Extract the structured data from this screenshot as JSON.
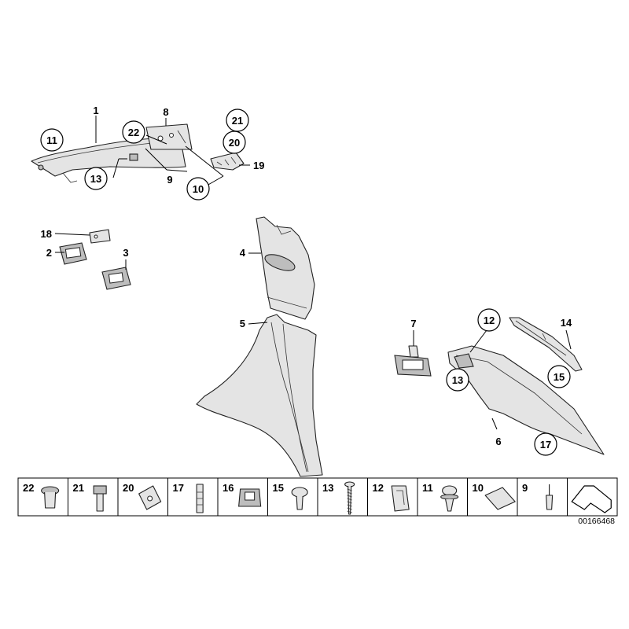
{
  "callouts": {
    "c1": "1",
    "c2": "2",
    "c3": "3",
    "c4": "4",
    "c5": "5",
    "c6": "6",
    "c7": "7",
    "c8": "8",
    "c9": "9",
    "c10": "10",
    "c11": "11",
    "c12": "12",
    "c13a": "13",
    "c13b": "13",
    "c14": "14",
    "c15": "15",
    "c17": "17",
    "c18": "18",
    "c19": "19",
    "c20": "20",
    "c21": "21",
    "c22": "22"
  },
  "parts_table": {
    "cells": [
      {
        "label": "22",
        "icon": "rivet-nut-icon"
      },
      {
        "label": "21",
        "icon": "hex-socket-bolt-icon"
      },
      {
        "label": "20",
        "icon": "spring-nut-icon"
      },
      {
        "label": "17",
        "icon": "stud-bolt-icon"
      },
      {
        "label": "16",
        "icon": "clip-holder-icon"
      },
      {
        "label": "15",
        "icon": "expanding-rivet-icon"
      },
      {
        "label": "13",
        "icon": "screw-icon"
      },
      {
        "label": "12",
        "icon": "clamp-icon"
      },
      {
        "label": "11",
        "icon": "trim-clip-icon"
      },
      {
        "label": "10",
        "icon": "foam-pad-icon"
      },
      {
        "label": "9",
        "icon": "blind-rivet-icon"
      },
      {
        "label": "",
        "icon": "arrow-icon"
      }
    ]
  },
  "document_id": "00166468"
}
